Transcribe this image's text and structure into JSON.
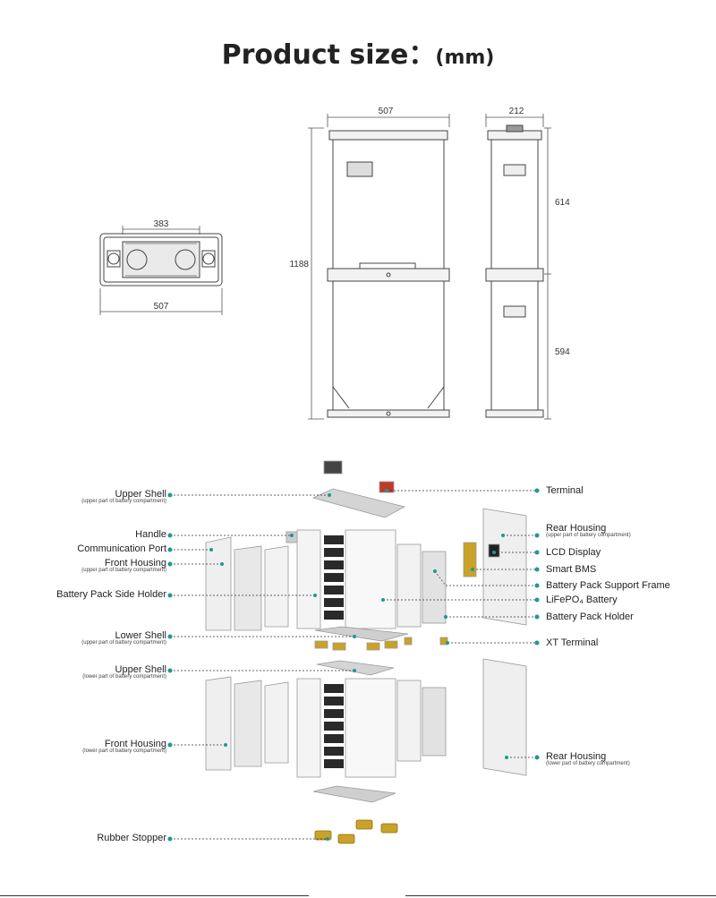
{
  "title": {
    "main": "Product size：",
    "unit": "(mm)"
  },
  "dimensions": {
    "top_width": "383",
    "top_depth": "507",
    "front_width": "507",
    "front_height": "1188",
    "side_depth": "212",
    "side_upper": "614",
    "side_lower": "594"
  },
  "labels_left": [
    {
      "main": "Upper Shell",
      "sub": "(upper part of battery compartment)"
    },
    {
      "main": "Handle",
      "sub": ""
    },
    {
      "main": "Communication Port",
      "sub": ""
    },
    {
      "main": "Front Housing",
      "sub": "(upper part of battery compartment)"
    },
    {
      "main": "Battery Pack Side Holder",
      "sub": ""
    },
    {
      "main": "Lower Shell",
      "sub": "(upper part of battery compartment)"
    },
    {
      "main": "Upper Shell",
      "sub": "(lower part of battery compartment)"
    },
    {
      "main": "Front Housing",
      "sub": "(lower part of battery compartment)"
    },
    {
      "main": "Rubber Stopper",
      "sub": ""
    }
  ],
  "labels_right": [
    {
      "main": "Terminal",
      "sub": ""
    },
    {
      "main": "Rear Housing",
      "sub": "(upper part of battery compartment)"
    },
    {
      "main": "LCD Display",
      "sub": ""
    },
    {
      "main": "Smart BMS",
      "sub": ""
    },
    {
      "main": "Battery Pack Support Frame",
      "sub": ""
    },
    {
      "main": "LiFePO₄ Battery",
      "sub": ""
    },
    {
      "main": "Battery Pack Holder",
      "sub": ""
    },
    {
      "main": "XT Terminal",
      "sub": ""
    },
    {
      "main": "Rear Housing",
      "sub": "(lower part of battery compartment)"
    }
  ],
  "colors": {
    "leader": "#1e9a8c",
    "line": "#333333",
    "part": "#cfcfcf",
    "accent": "#c9a227",
    "terminal_red": "#c0392b"
  }
}
